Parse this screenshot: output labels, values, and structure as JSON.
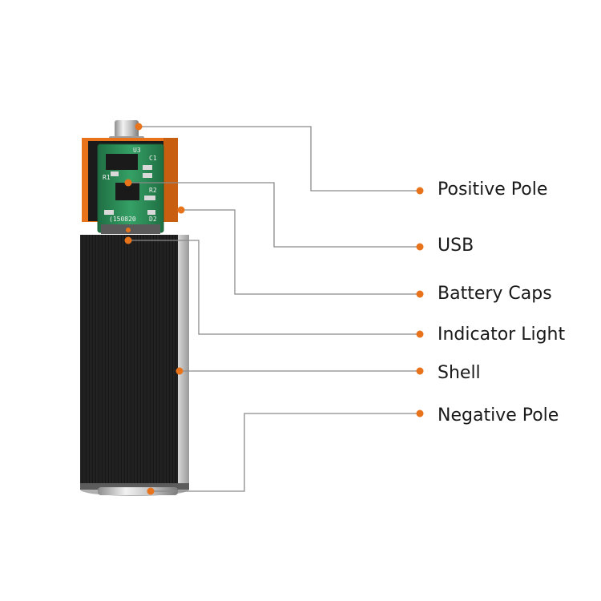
{
  "colors": {
    "accent": "#e8731a",
    "leader_line": "#8a8a8a",
    "shell": "#171717",
    "pcb": "#2c8a55",
    "metal": "#c9c9c9"
  },
  "pcb_markings": {
    "u3": "U3",
    "r1": "R1",
    "c1": "C1",
    "r2": "R2",
    "d2": "D2",
    "code": "(150820"
  },
  "callouts": [
    {
      "id": "positive-pole",
      "label": "Positive Pole"
    },
    {
      "id": "usb",
      "label": "USB"
    },
    {
      "id": "battery-caps",
      "label": "Battery Caps"
    },
    {
      "id": "indicator-light",
      "label": "Indicator Light"
    },
    {
      "id": "shell",
      "label": "Shell"
    },
    {
      "id": "negative-pole",
      "label": "Negative Pole"
    }
  ]
}
